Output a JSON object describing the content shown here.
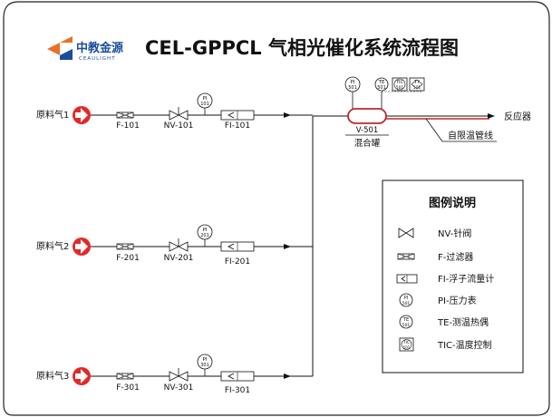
{
  "logo": {
    "brand_cn": "中教金源",
    "brand_en": "CEAULIGHT",
    "accent_color": "#e8702a",
    "brand_color": "#1a4d9c"
  },
  "title": "CEL-GPPCL 气相光催化系统流程图",
  "lines": [
    {
      "source": "原料气1",
      "filter": "F-101",
      "valve": "NV-101",
      "gauge": "PI",
      "gauge_num": "101",
      "flowmeter": "FI-101"
    },
    {
      "source": "原料气2",
      "filter": "F-201",
      "valve": "NV-201",
      "gauge": "PI",
      "gauge_num": "201",
      "flowmeter": "FI-201"
    },
    {
      "source": "原料气3",
      "filter": "F-301",
      "valve": "NV-301",
      "gauge": "PI",
      "gauge_num": "301",
      "flowmeter": "FI-301"
    }
  ],
  "mixer": {
    "tag": "V-501",
    "name": "混合罐",
    "pi_label": "PI",
    "pi_num": "501",
    "te_label": "TE",
    "te_num": "501",
    "tic_label": "TIC",
    "tic_num": "501",
    "ty_label": "TY",
    "ty_num": "501"
  },
  "outlet_label": "反应器",
  "heat_trace_label": "自限温管线",
  "heat_trace_color": "#c0282c",
  "source_arrow_color": "#e02a2a",
  "legend": {
    "title": "图例说明",
    "items": [
      {
        "icon": "needle-valve-icon",
        "label": "NV-针阀"
      },
      {
        "icon": "filter-icon",
        "label": "F-过滤器"
      },
      {
        "icon": "flowmeter-icon",
        "label": "FI-浮子流量计"
      },
      {
        "icon": "pressure-gauge-icon",
        "label": "PI-压力表",
        "sym": "PI",
        "num": "501"
      },
      {
        "icon": "thermocouple-icon",
        "label": "TE-测温热偶",
        "sym": "TE",
        "num": "501"
      },
      {
        "icon": "temperature-control-icon",
        "label": "TIC-温度控制",
        "sym": "TIC",
        "num": "501"
      }
    ]
  }
}
